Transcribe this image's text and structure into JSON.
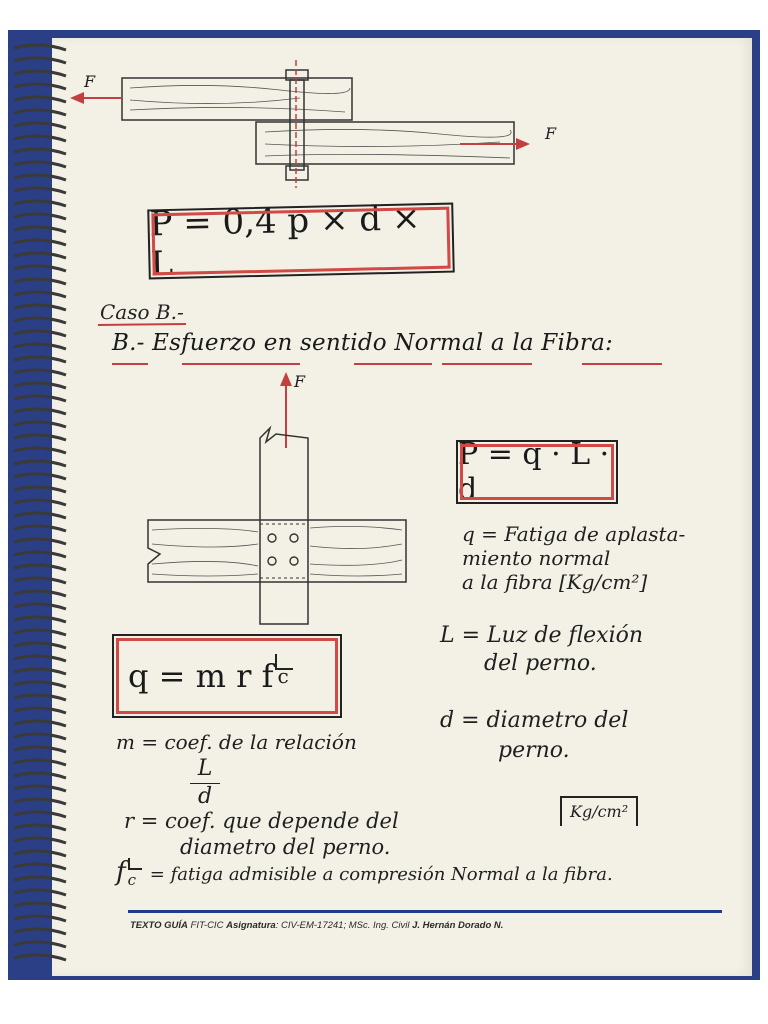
{
  "diagram_top": {
    "force_left": "F",
    "force_right": "F"
  },
  "formula_1": "P = 0,4 p × d × L",
  "case_title": "Caso B.-",
  "heading": "B.- Esfuerzo en sentido Normal a la Fibra:",
  "diagram_mid": {
    "force_top": "F"
  },
  "formula_2": "P = q · L · d",
  "notes_right": {
    "q_line1": "q = Fatiga de aplasta-",
    "q_line2": "miento normal",
    "q_line3": "a la fibra [Kg/cm²]",
    "L_line1": "L = Luz de flexión",
    "L_line2": "del perno.",
    "d_line1": "d = diametro del",
    "d_line2": "perno."
  },
  "formula_3": {
    "lhs": "q = m   r   f",
    "sub": "c"
  },
  "notes_bottom": {
    "m_line": "m = coef. de la relación",
    "frac_num": "L",
    "frac_den": "d",
    "r_line1": "r = coef. que depende del",
    "r_line2": "diametro del perno.",
    "unit_box": "Kg/cm²",
    "fc_sym": "f",
    "fc_sub": "c",
    "fc_line": "= fatiga admisible a compresión Normal a la fibra."
  },
  "footer": {
    "label_texto": "TEXTO GUÍA",
    "label_fit": " FIT-CIC ",
    "label_asig": "Asignatura",
    "code": ": CIV-EM-17241; MSc. Ing. Civil ",
    "author": "J. Hernán Dorado N."
  }
}
